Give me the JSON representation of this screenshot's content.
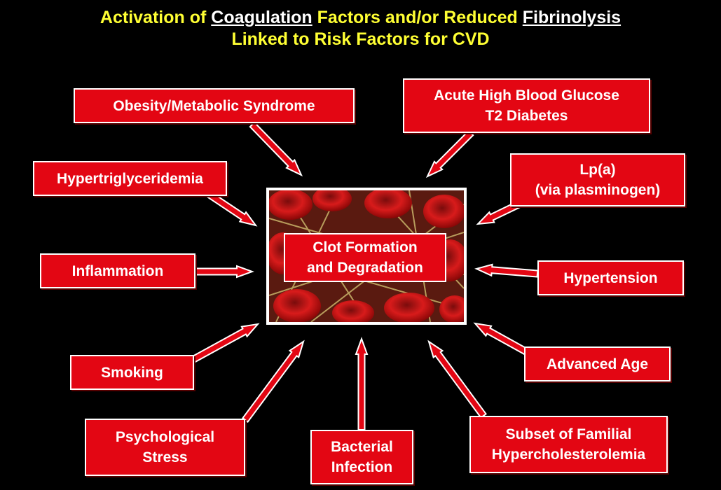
{
  "title": {
    "line1_part1": "Activation of ",
    "line1_u1": "Coagulation",
    "line1_part2": " Factors and/or Reduced ",
    "line1_u2": "Fibrinolysis",
    "line2": "Linked to Risk Factors for CVD"
  },
  "center": {
    "line1": "Clot Formation",
    "line2": "and Degradation"
  },
  "risk_factors": {
    "obesity": "Obesity/Metabolic Syndrome",
    "glucose_l1": "Acute High Blood Glucose",
    "glucose_l2": "T2 Diabetes",
    "hypertrig": "Hypertriglyceridemia",
    "lpa_l1": "Lp(a)",
    "lpa_l2": "(via plasminogen)",
    "inflammation": "Inflammation",
    "hypertension": "Hypertension",
    "smoking": "Smoking",
    "age": "Advanced Age",
    "stress_l1": "Psychological",
    "stress_l2": "Stress",
    "bacterial_l1": "Bacterial",
    "bacterial_l2": "Infection",
    "fh_l1": "Subset of Familial",
    "fh_l2": "Hypercholesterolemia"
  },
  "colors": {
    "background": "#000000",
    "title": "#ffff33",
    "box_fill": "#e30613",
    "box_border": "#ffffff"
  }
}
